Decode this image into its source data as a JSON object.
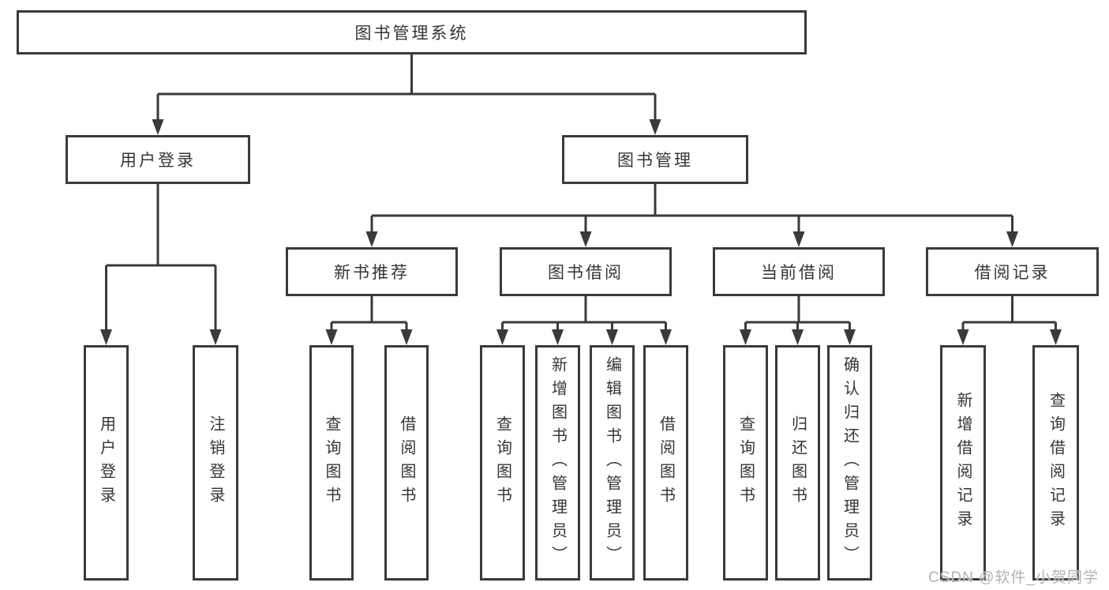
{
  "diagram": {
    "root": {
      "label": "图书管理系统"
    },
    "branches": [
      {
        "label": "用户登录",
        "children": [
          {
            "label": "用户登录"
          },
          {
            "label": "注销登录"
          }
        ]
      },
      {
        "label": "图书管理",
        "children": [
          {
            "label": "新书推荐",
            "children": [
              {
                "label": "查询图书"
              },
              {
                "label": "借阅图书"
              }
            ]
          },
          {
            "label": "图书借阅",
            "children": [
              {
                "label": "查询图书"
              },
              {
                "label": "新增图书（管理员）"
              },
              {
                "label": "编辑图书（管理员）"
              },
              {
                "label": "借阅图书"
              }
            ]
          },
          {
            "label": "当前借阅",
            "children": [
              {
                "label": "查询图书"
              },
              {
                "label": "归还图书"
              },
              {
                "label": "确认归还（管理员）"
              }
            ]
          },
          {
            "label": "借阅记录",
            "children": [
              {
                "label": "新增借阅记录"
              },
              {
                "label": "查询借阅记录"
              }
            ]
          }
        ]
      }
    ],
    "colors": {
      "line": "#3a3a3a",
      "text": "#353535",
      "background": "#ffffff",
      "watermark_text": "#b3b3b3"
    }
  },
  "watermark": {
    "text": "CSDN @软件_小贺同学"
  }
}
